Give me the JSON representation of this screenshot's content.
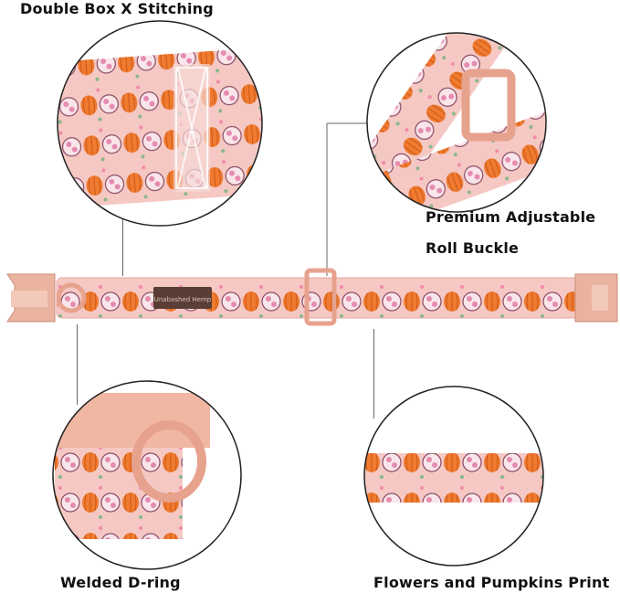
{
  "callouts": {
    "top_left": "Double Box X Stitching",
    "top_right_line1": "Premium Adjustable",
    "top_right_line2": "Roll Buckle",
    "bottom_left": "Welded D-ring",
    "bottom_right": "Flowers and Pumpkins Print"
  },
  "brand_tag": "Unabashed Hemp",
  "colors": {
    "strap_pink": "#f5c8c4",
    "pumpkin_orange": "#f07a2e",
    "hardware_rose_gold": "#e7a28d",
    "tag_brown": "#5a3e35"
  }
}
